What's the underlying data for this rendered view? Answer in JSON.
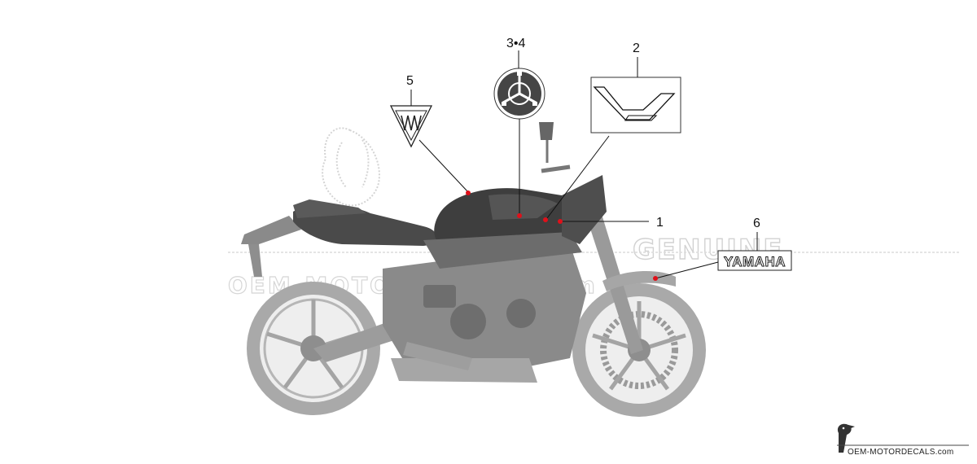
{
  "callouts": [
    {
      "label": "1",
      "part": "tank-side-stripe"
    },
    {
      "label": "2",
      "part": "tank-stripe-decal"
    },
    {
      "label": "3•4",
      "part": "tuning-fork-emblem"
    },
    {
      "label": "5",
      "part": "mt-emblem"
    },
    {
      "label": "6",
      "part": "yamaha-logo-decal"
    }
  ],
  "decals": {
    "yamaha_logo_text": "YAMAHA"
  },
  "watermark": {
    "line1": "GENUINE",
    "line2": "OEM-MOTORDECALS.com"
  },
  "footer": {
    "brand_text": "OEM-MOTORDECALS.com"
  },
  "colors": {
    "leader_line": "#111111",
    "marker_dot": "#e0101a",
    "bike_body": "#b4b4b4",
    "bike_dark": "#7c7c7c",
    "watermark": "#d8d8d8"
  }
}
